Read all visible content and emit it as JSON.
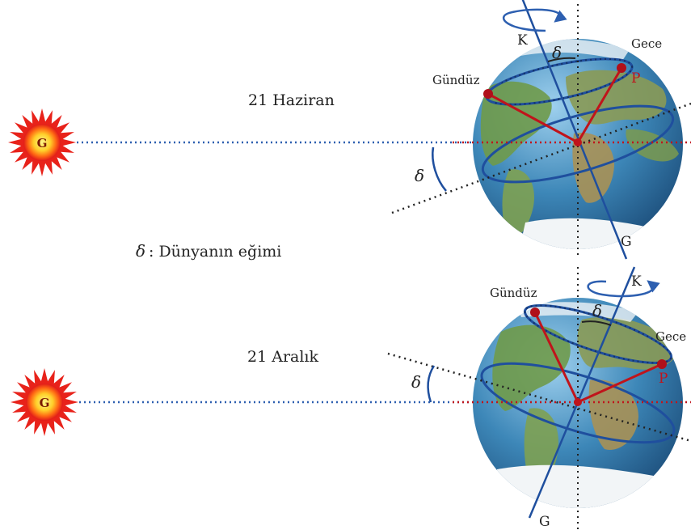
{
  "labels": {
    "sun": "G",
    "north": "K",
    "south": "G",
    "day": "Gündüz",
    "night": "Gece",
    "point": "P",
    "delta": "δ"
  },
  "scenes": [
    {
      "date": "21 Haziran"
    },
    {
      "date": "21 Aralık"
    }
  ],
  "legend": {
    "symbol": "δ",
    "text": ": Dünyanın eğimi"
  },
  "colors": {
    "ocean": "#3d87b8",
    "land": "#6f9a4a",
    "ice": "#f2f5f7",
    "orbit_line": "#1f4f9e",
    "sun_ray": "#2d5fb0",
    "red": "#c0141b",
    "sun_outer": "#e8221a",
    "sun_inner": "#ffe34a"
  }
}
